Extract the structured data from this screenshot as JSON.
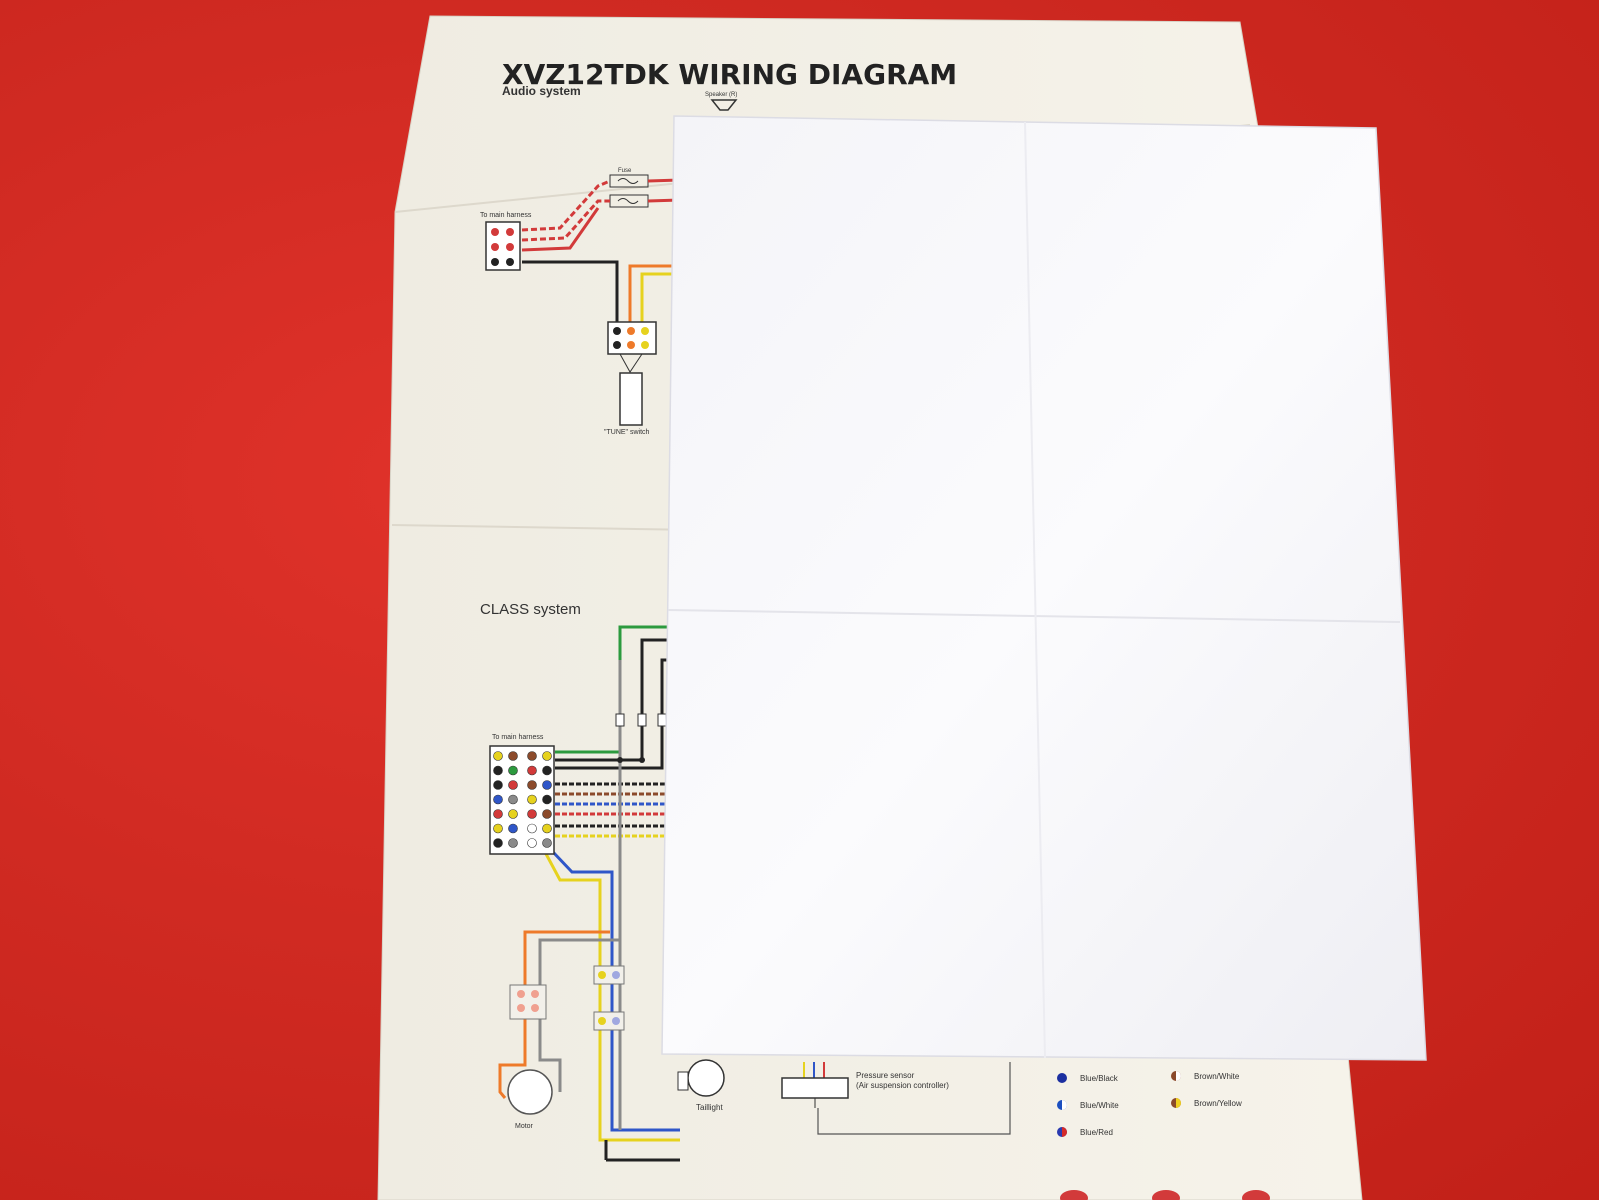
{
  "diagram": {
    "title": "XVZ12TDK WIRING DIAGRAM",
    "audio_heading": "Audio system",
    "speaker_label": "Speaker (R)",
    "fuse_label": "Fuse",
    "harness_label_top": "To main harness",
    "tune_switch_label": "\"TUNE\" switch",
    "class_heading": "CLASS system",
    "harness_label_bottom": "To main harness",
    "motor_label": "Motor",
    "taillight_label": "Taillight",
    "pressure_sensor_label": "Pressure sensor",
    "pressure_sensor_sub": "(Air suspension controller)"
  },
  "legend": [
    {
      "label": "Blue/Black",
      "color": "#1b2fa0",
      "accent": "#111111"
    },
    {
      "label": "Blue/White",
      "color": "#1b4fc0",
      "accent": "#ffffff"
    },
    {
      "label": "Blue/Red",
      "color": "#2a3ab0",
      "accent": "#d42a2a"
    },
    {
      "label": "Brown/White",
      "color": "#8b4a2b",
      "accent": "#ffffff"
    },
    {
      "label": "Brown/Yellow",
      "color": "#8b4a2b",
      "accent": "#f0d020"
    }
  ],
  "colors": {
    "tablecloth": "#d6271f",
    "poster": "#f3f0e6",
    "blank_sheet": "#f8f8fb",
    "wire_red": "#d23a3a",
    "wire_black": "#222222",
    "wire_yellow": "#e6d21e",
    "wire_orange": "#ee7a2a",
    "wire_green": "#2c9a3e",
    "wire_blue": "#2f56c8",
    "wire_gray": "#8a8a8a"
  }
}
